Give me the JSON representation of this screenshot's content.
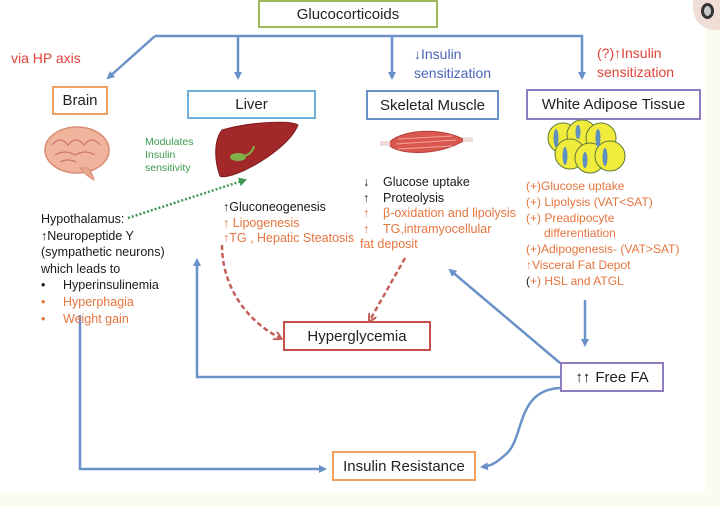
{
  "title": "Glucocorticoids",
  "annotations": {
    "via_hp_axis": "via HP axis",
    "muscle_effect_arrow": "↓",
    "muscle_effect_line1": "Insulin",
    "muscle_effect_line2": "sensitization",
    "adipose_effect_prefix": "(?)",
    "adipose_effect_arrow": "↑",
    "adipose_effect_line1": "Insulin",
    "adipose_effect_line2": "sensitization",
    "modulates": [
      "Modulates",
      "Insulin",
      "sensitivity"
    ]
  },
  "organs": {
    "brain": "Brain",
    "liver": "Liver",
    "muscle": "Skeletal Muscle",
    "adipose": "White Adipose Tissue"
  },
  "brain_effects": {
    "heading": "Hypothalamus:",
    "npy": {
      "arrow": "↑",
      "text": "Neuropeptide Y"
    },
    "line3": "(sympathetic neurons)",
    "line4": "which leads to",
    "bullets": [
      {
        "bullet": "•",
        "text": "Hyperinsulinemia",
        "color": "dark"
      },
      {
        "bullet": "•",
        "text": "Hyperphagia",
        "color": "orange"
      },
      {
        "bullet": "•",
        "text": "Weight gain",
        "color": "orange"
      }
    ]
  },
  "liver_effects": [
    {
      "arrow": "↑",
      "text": "Gluconeogenesis",
      "color": "dark"
    },
    {
      "arrow": "↑",
      "text": " Lipogenesis",
      "color": "orange"
    },
    {
      "arrow": "↑",
      "text": "TG , Hepatic Steatosis",
      "color": "orange"
    }
  ],
  "muscle_effects": [
    {
      "arrow": "↓",
      "text": "Glucose uptake",
      "color": "dark"
    },
    {
      "arrow": "↑",
      "text": "Proteolysis",
      "color": "dark"
    },
    {
      "arrow": "↑",
      "text": "β-oxidation and lipolysis",
      "color": "orange"
    },
    {
      "arrow": "↑",
      "text": "TG,intramyocellular",
      "color": "orange"
    }
  ],
  "muscle_effects_tail": "fat deposit",
  "adipose_effects": [
    {
      "text": "(+)Glucose uptake"
    },
    {
      "text": "(+) Lipolysis (VAT<SAT)"
    },
    {
      "text": "(+) Preadipocyte"
    },
    {
      "text": "differentiation"
    },
    {
      "text": "(+)Adipogenesis- (VAT>SAT)"
    },
    {
      "arrow": "↑",
      "text": "Visceral Fat Depot"
    },
    {
      "prefix": "(",
      "text": "+) HSL and ATGL"
    }
  ],
  "outcomes": {
    "hyperglycemia": "Hyperglycemia",
    "free_fa_arrows": "↑↑",
    "free_fa": "Free FA",
    "insulin_resistance": "Insulin Resistance"
  },
  "colors": {
    "arrow_blue": "#6b92c8",
    "dashed_red": "#c4605a",
    "dotted_green": "#3f9a50",
    "accent_red": "#e0433a",
    "accent_orange": "#e5753e",
    "box_green": "#9dbb5e",
    "box_orange": "#f0a060",
    "box_blue": "#6db0d8",
    "box_purple": "#8f7cc0",
    "box_red": "#c8504a"
  }
}
